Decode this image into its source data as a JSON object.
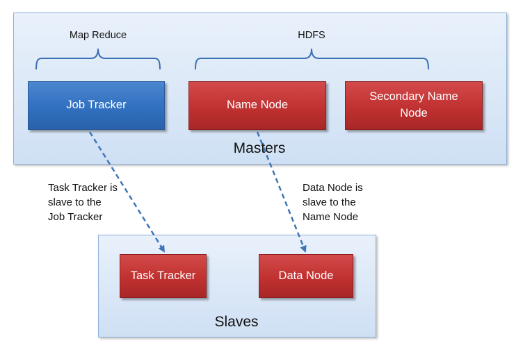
{
  "masters": {
    "label": "Masters",
    "groups": {
      "map_reduce": "Map Reduce",
      "hdfs": "HDFS"
    },
    "nodes": {
      "job_tracker": "Job Tracker",
      "name_node": "Name Node",
      "secondary_name_node": "Secondary Name Node"
    }
  },
  "slaves": {
    "label": "Slaves",
    "nodes": {
      "task_tracker": "Task Tracker",
      "data_node": "Data Node"
    }
  },
  "annotations": {
    "task_tracker_note": "Task Tracker is\nslave to the\nJob Tracker",
    "data_node_note": "Data Node is\nslave to the\nName Node"
  },
  "colors": {
    "panel_fill": "#dce8f7",
    "panel_border": "#8fb0d8",
    "node_blue": "#3a78c8",
    "node_red": "#c43333",
    "arrow": "#3f74b8"
  }
}
